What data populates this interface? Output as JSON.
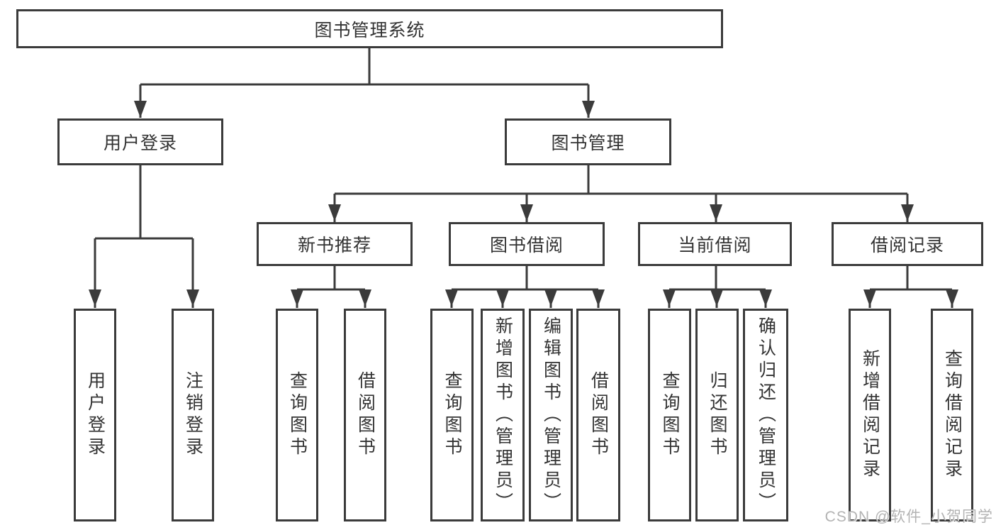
{
  "diagram": {
    "root": {
      "label": "图书管理系统"
    },
    "branches": [
      {
        "label": "用户登录",
        "children": [
          {
            "label": "用户登录"
          },
          {
            "label": "注销登录"
          }
        ]
      },
      {
        "label": "图书管理",
        "children": [
          {
            "label": "新书推荐",
            "children": [
              {
                "label": "查询图书"
              },
              {
                "label": "借阅图书"
              }
            ]
          },
          {
            "label": "图书借阅",
            "children": [
              {
                "label": "查询图书"
              },
              {
                "label": "新增图书（管理员）"
              },
              {
                "label": "编辑图书（管理员）"
              },
              {
                "label": "借阅图书"
              }
            ]
          },
          {
            "label": "当前借阅",
            "children": [
              {
                "label": "查询图书"
              },
              {
                "label": "归还图书"
              },
              {
                "label": "确认归还（管理员）"
              }
            ]
          },
          {
            "label": "借阅记录",
            "children": [
              {
                "label": "新增借阅记录"
              },
              {
                "label": "查询借阅记录"
              }
            ]
          }
        ]
      }
    ]
  },
  "watermark": {
    "text": "CSDN @软件_小贺同学"
  },
  "colors": {
    "line": "#3b3b3b",
    "box_border": "#3b3b3b",
    "text": "#333333",
    "background": "#ffffff",
    "watermark": "#b3b3b3"
  }
}
